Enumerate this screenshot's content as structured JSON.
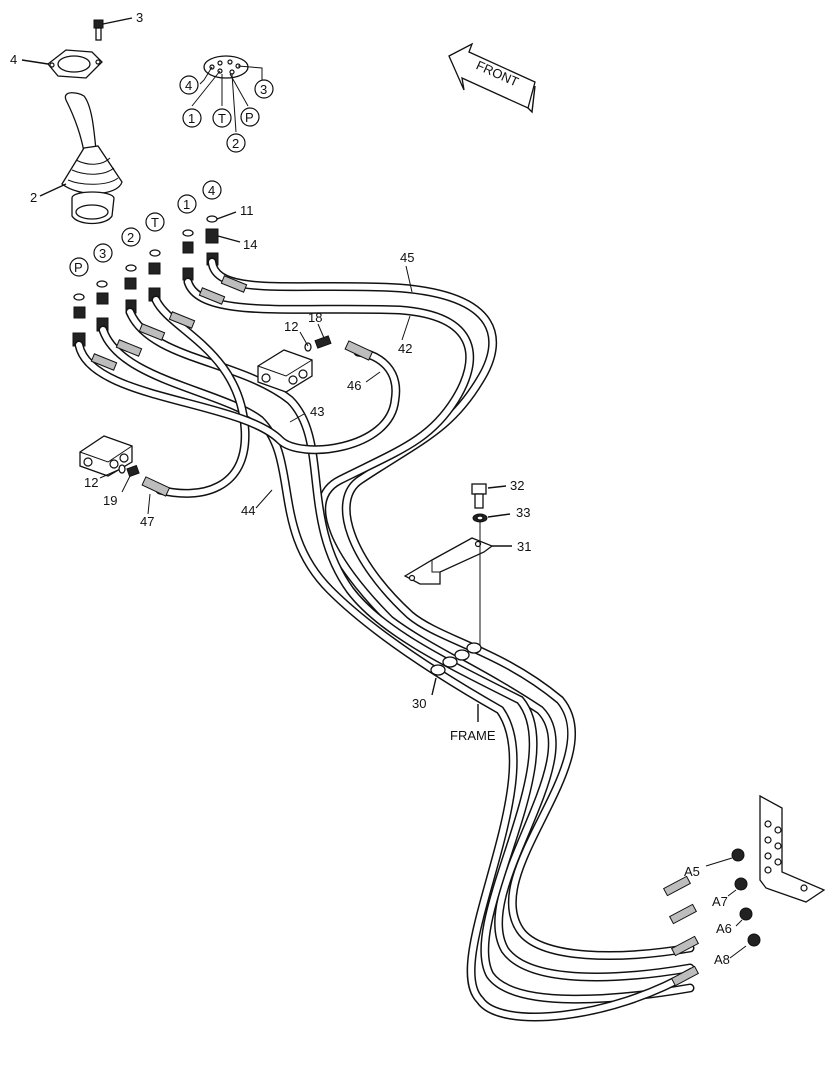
{
  "diagram": {
    "front_label": "FRONT",
    "frame_label": "FRAME",
    "callouts": [
      {
        "id": "c3a",
        "text": "3"
      },
      {
        "id": "c4a",
        "text": "4"
      },
      {
        "id": "c2a",
        "text": "2"
      },
      {
        "id": "c11",
        "text": "11"
      },
      {
        "id": "c14",
        "text": "14"
      },
      {
        "id": "c45",
        "text": "45"
      },
      {
        "id": "c42",
        "text": "42"
      },
      {
        "id": "c12a",
        "text": "12"
      },
      {
        "id": "c18",
        "text": "18"
      },
      {
        "id": "c46",
        "text": "46"
      },
      {
        "id": "c43",
        "text": "43"
      },
      {
        "id": "c12b",
        "text": "12"
      },
      {
        "id": "c19",
        "text": "19"
      },
      {
        "id": "c47",
        "text": "47"
      },
      {
        "id": "c44",
        "text": "44"
      },
      {
        "id": "c32",
        "text": "32"
      },
      {
        "id": "c33",
        "text": "33"
      },
      {
        "id": "c31",
        "text": "31"
      },
      {
        "id": "c30",
        "text": "30"
      },
      {
        "id": "cA5",
        "text": "A5"
      },
      {
        "id": "cA7",
        "text": "A7"
      },
      {
        "id": "cA6",
        "text": "A6"
      },
      {
        "id": "cA8",
        "text": "A8"
      }
    ],
    "port_circles": [
      {
        "id": "pc4",
        "text": "4"
      },
      {
        "id": "pc3",
        "text": "3"
      },
      {
        "id": "pc1",
        "text": "1"
      },
      {
        "id": "pcT",
        "text": "T"
      },
      {
        "id": "pcP",
        "text": "P"
      },
      {
        "id": "pc2",
        "text": "2"
      },
      {
        "id": "pp1",
        "text": "1"
      },
      {
        "id": "pp4",
        "text": "4"
      },
      {
        "id": "pp2",
        "text": "2"
      },
      {
        "id": "ppT",
        "text": "T"
      },
      {
        "id": "ppP",
        "text": "P"
      },
      {
        "id": "pp3",
        "text": "3"
      }
    ]
  }
}
